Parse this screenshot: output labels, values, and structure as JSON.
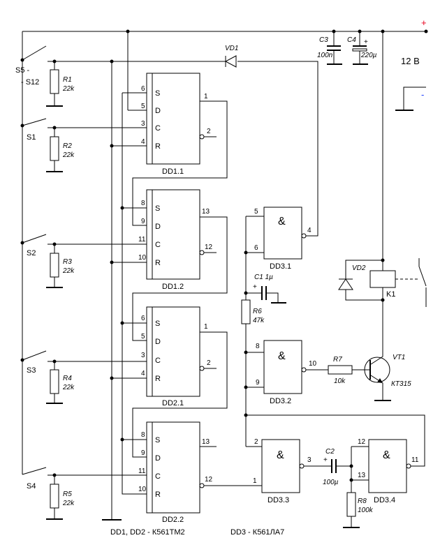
{
  "labels": {
    "switch_s5_s12_line1": "S5 -",
    "switch_s5_s12_line2": "- S12",
    "switch_s1": "S1",
    "switch_s2": "S2",
    "switch_s3": "S3",
    "switch_s4": "S4",
    "r1_name": "R1",
    "r1_value": "22k",
    "r2_name": "R2",
    "r2_value": "22k",
    "r3_name": "R3",
    "r3_value": "22k",
    "r4_name": "R4",
    "r4_value": "22k",
    "r5_name": "R5",
    "r5_value": "22k",
    "r6_name": "R6",
    "r6_value": "47k",
    "r7_name": "R7",
    "r7_value": "10k",
    "r8_name": "R8",
    "r8_value": "100k",
    "c1_label": "C1 1µ",
    "c2_name": "C2",
    "c2_value": "100µ",
    "c3_name": "C3",
    "c3_value": "100n",
    "c4_name": "C4",
    "c4_value": "220µ",
    "vd1": "VD1",
    "vd2": "VD2",
    "vt1_name": "VT1",
    "vt1_type": "КТ315",
    "relay": "K1",
    "supply": "12 В",
    "plus_sign": "+",
    "minus_sign": "-",
    "cap_plus": "+",
    "dd1_1": "DD1.1",
    "dd1_2": "DD1.2",
    "dd2_1": "DD2.1",
    "dd2_2": "DD2.2",
    "dd3_1": "DD3.1",
    "dd3_2": "DD3.2",
    "dd3_3": "DD3.3",
    "dd3_4": "DD3.4",
    "pin_s": "S",
    "pin_d": "D",
    "pin_c": "C",
    "pin_r": "R",
    "nand": "&",
    "note_dd12": "DD1, DD2 - К561ТМ2",
    "note_dd3": "DD3 - К561ЛА7"
  },
  "pins": {
    "ff1": [
      "6",
      "5",
      "3",
      "4",
      "1",
      "2"
    ],
    "ff2": [
      "8",
      "9",
      "11",
      "10",
      "13",
      "12"
    ],
    "ff3": [
      "6",
      "5",
      "3",
      "4",
      "1",
      "2"
    ],
    "ff4": [
      "8",
      "9",
      "11",
      "10",
      "13",
      "12"
    ],
    "g1": [
      "5",
      "6",
      "4"
    ],
    "g2": [
      "8",
      "9",
      "10"
    ],
    "g3": [
      "2",
      "1",
      "3"
    ],
    "g4": [
      "12",
      "13",
      "11"
    ]
  },
  "colors": {
    "positive": "#e8001c",
    "negative": "#1a3cff"
  }
}
